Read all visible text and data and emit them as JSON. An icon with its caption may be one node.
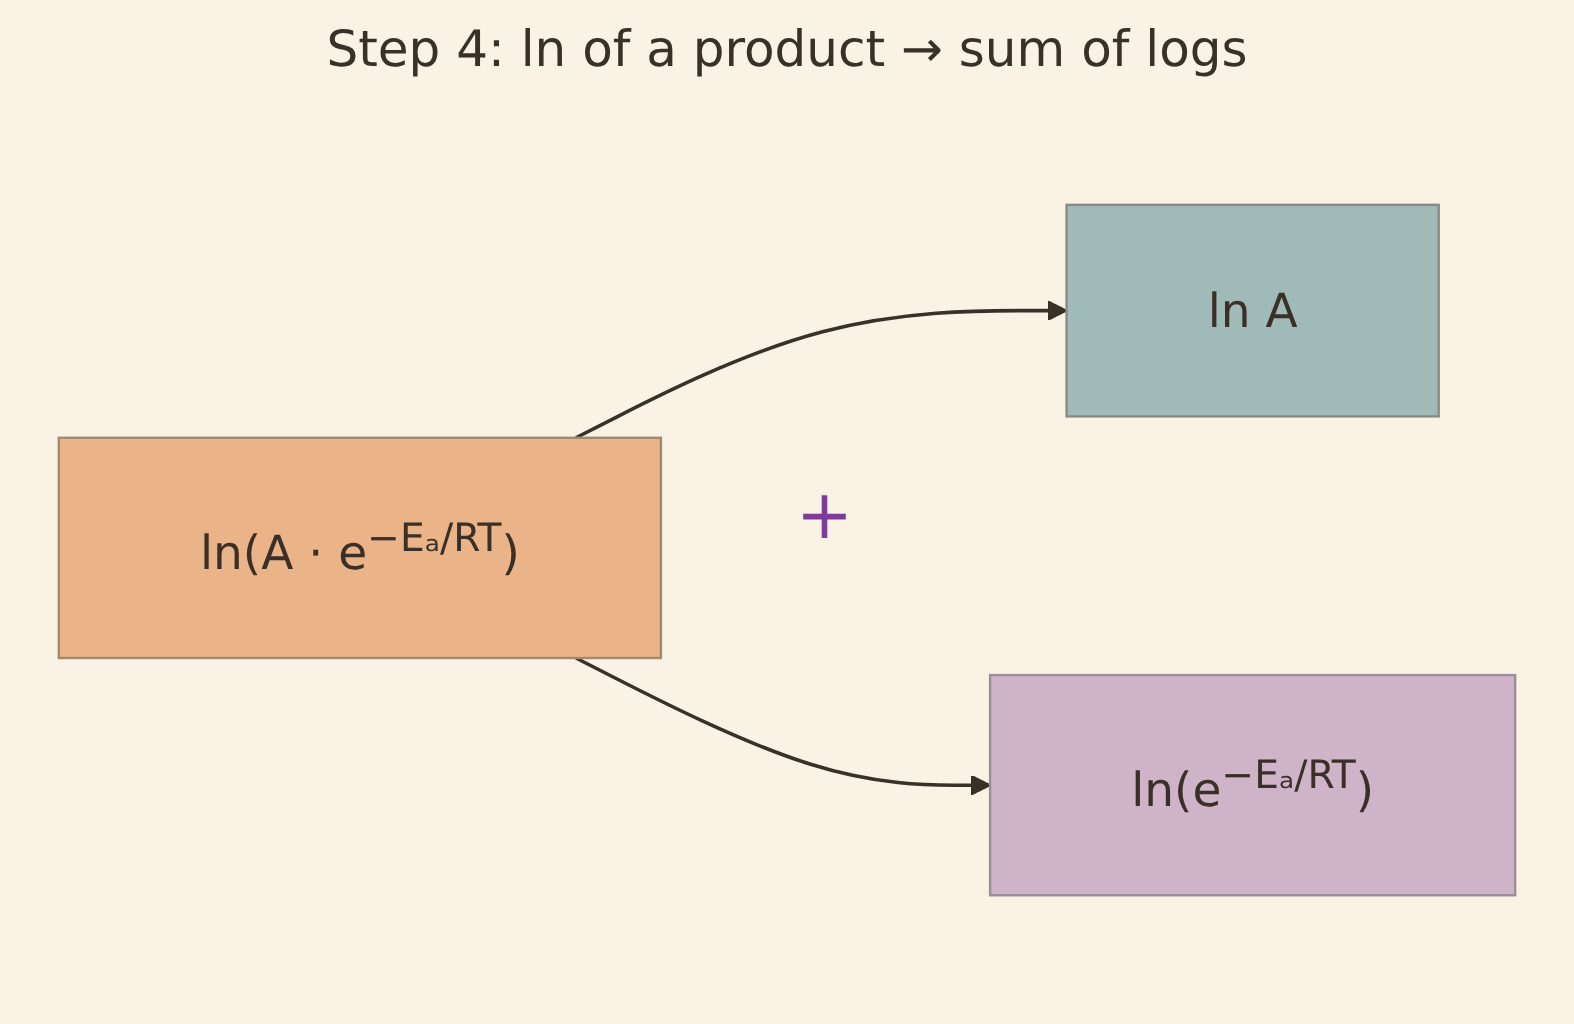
{
  "diagram": {
    "title": "Step 4: ln of a product → sum of logs",
    "nodes": [
      {
        "text": [
          "ln(A · e$^{−Eₐ/RT}$)"
        ]
      },
      {
        "text": [
          "ln A"
        ]
      },
      {
        "text": [
          "ln(e$^{−Eₐ/RT}$)"
        ]
      }
    ],
    "edges": [
      {
        "from": 0,
        "to": 1,
        "arrow": "to"
      },
      {
        "from": 0,
        "to": 2,
        "arrow": "to"
      }
    ],
    "labels": [
      "+"
    ]
  }
}
